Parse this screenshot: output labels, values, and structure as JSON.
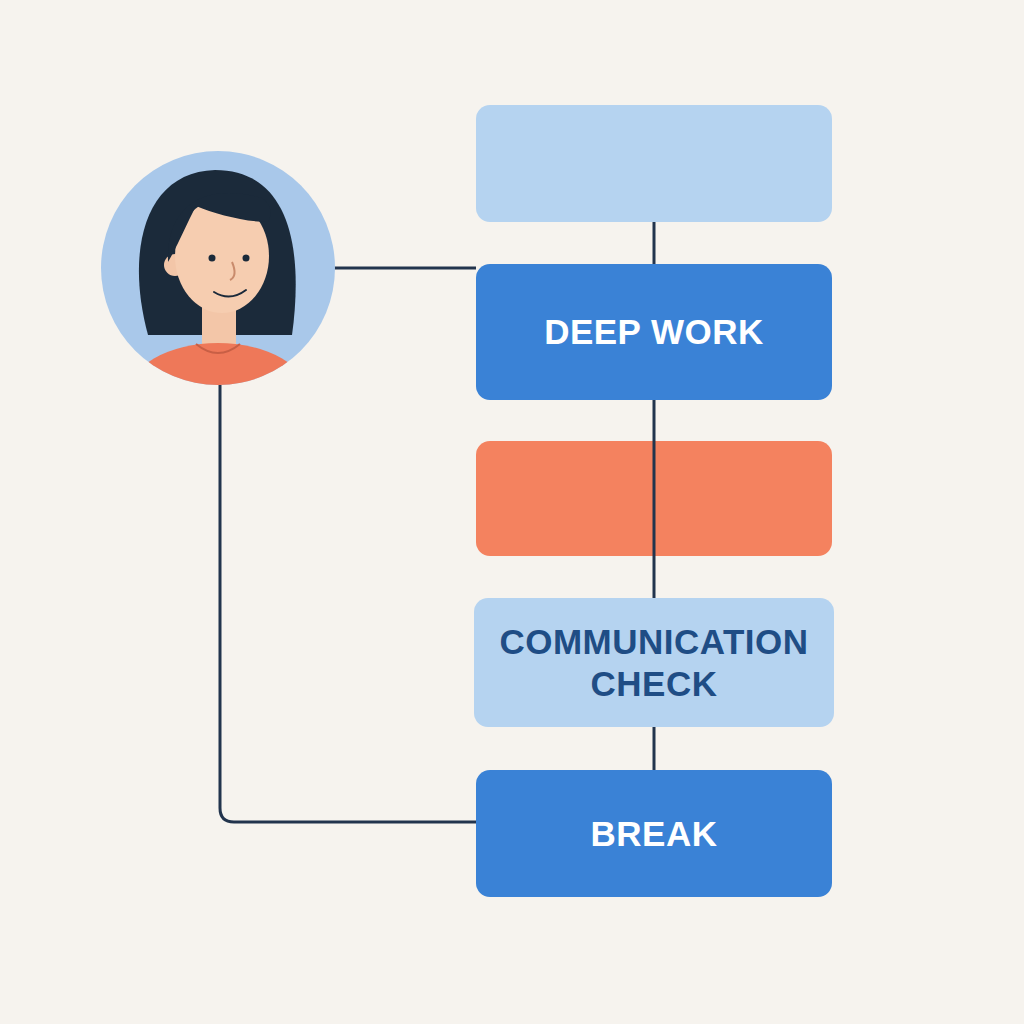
{
  "diagram": {
    "nodes": [
      {
        "text": [
          "DEEP WORK"
        ]
      },
      {
        "text": [
          "COMMUNICATION CHECK"
        ]
      },
      {
        "text": [
          "BREAK"
        ]
      }
    ],
    "edges": [
      {
        "from": 0,
        "to": 1,
        "arrow": "none"
      },
      {
        "from": 1,
        "to": 2,
        "arrow": "none"
      }
    ]
  }
}
